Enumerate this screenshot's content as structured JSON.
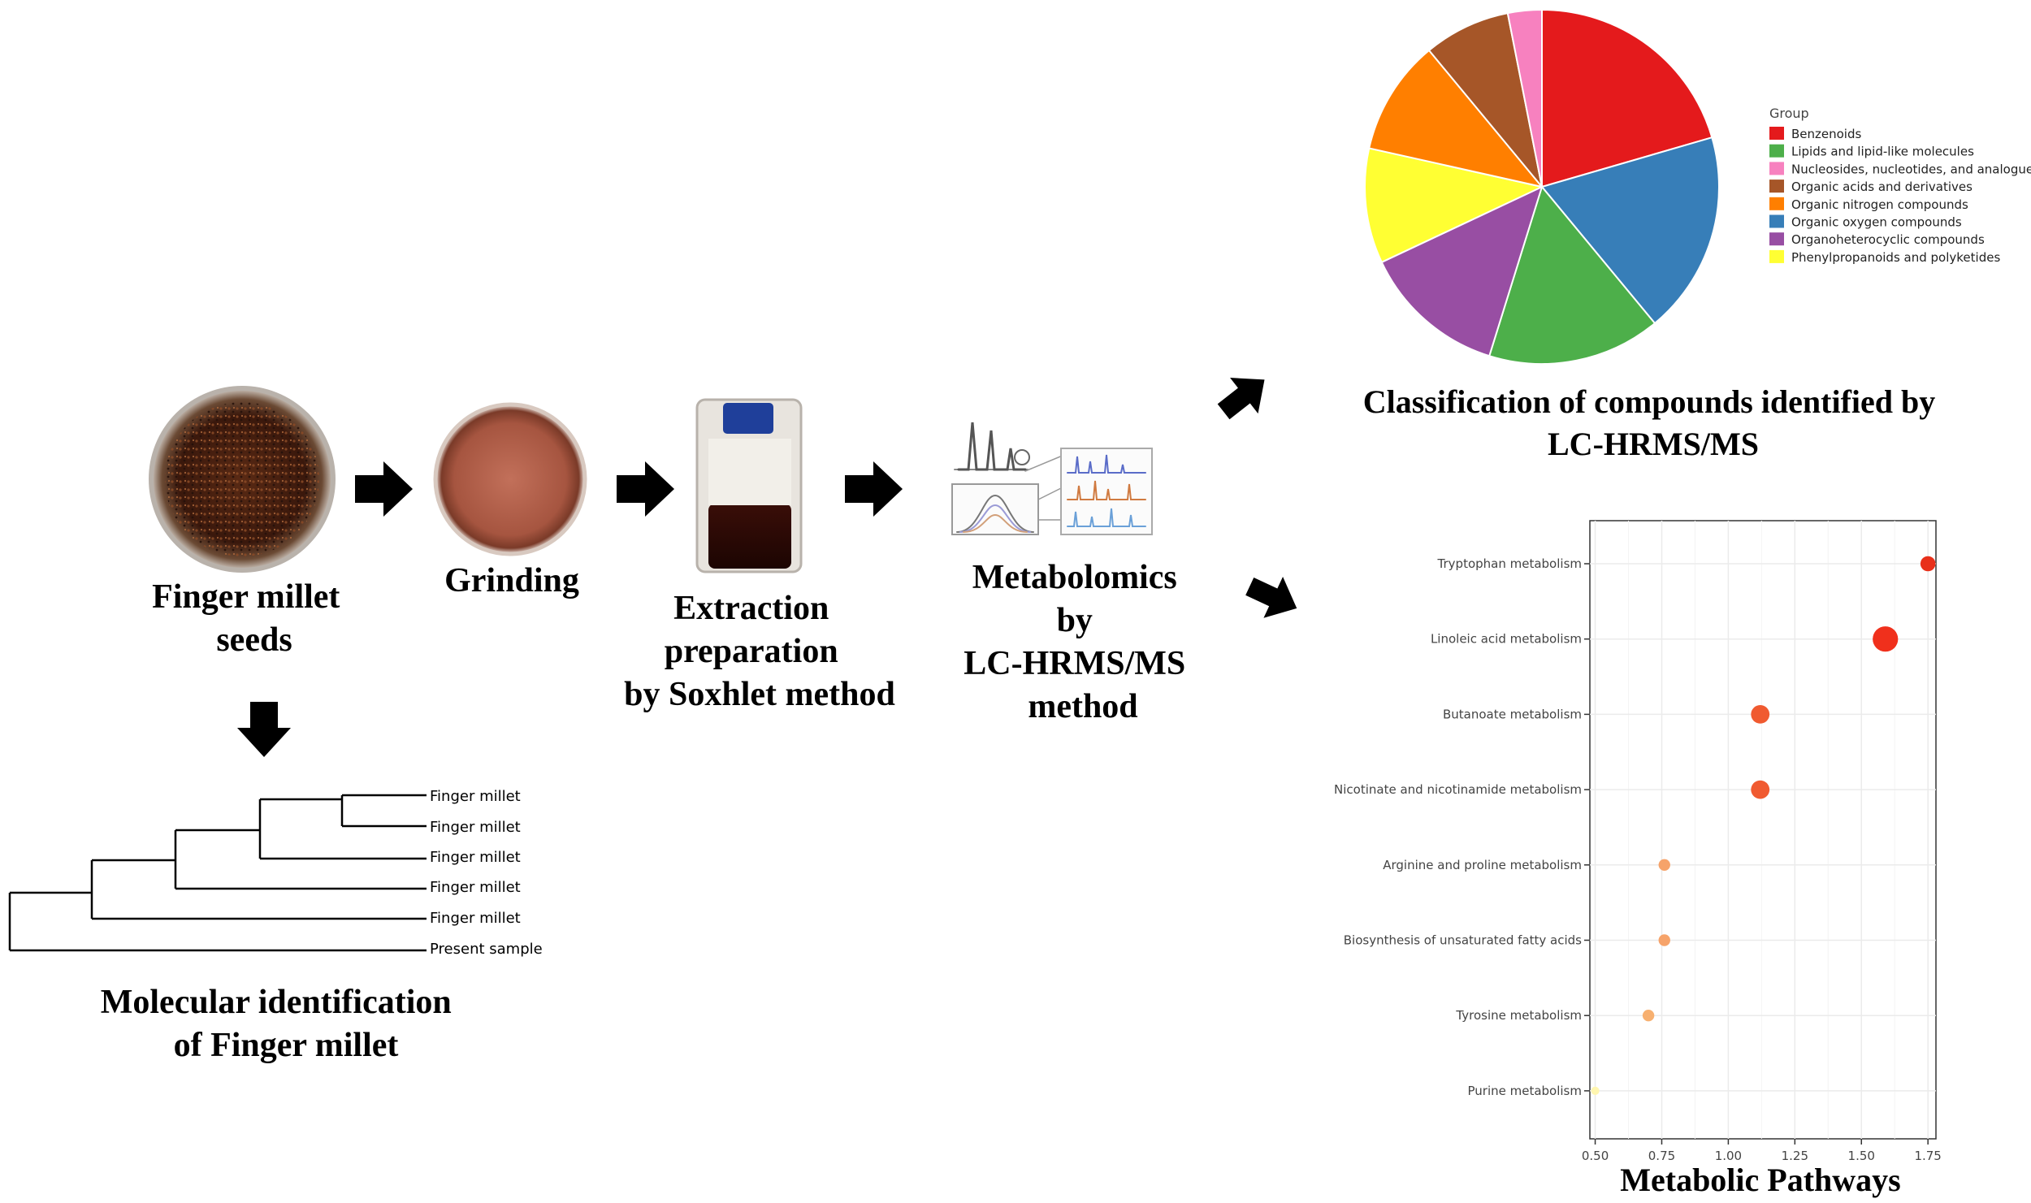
{
  "steps": {
    "seeds": [
      "Finger millet",
      "seeds"
    ],
    "grinding": [
      "Grinding"
    ],
    "extraction": [
      "Extraction",
      "preparation",
      "by Soxhlet method"
    ],
    "metabolomics": [
      "Metabolomics",
      "by",
      "LC-HRMS/MS",
      "method"
    ],
    "molecular": [
      "Molecular identification",
      "of Finger millet"
    ]
  },
  "tree": {
    "leaves": [
      "Finger millet",
      "Finger millet",
      "Finger millet",
      "Finger millet",
      "Finger millet",
      "Present sample"
    ]
  },
  "pie": {
    "caption": [
      "Classification of compounds identified by",
      "LC-HRMS/MS"
    ],
    "legend_title": "Group"
  },
  "dotplot": {
    "caption": "Metabolic Pathways"
  },
  "chart_data": [
    {
      "type": "pie",
      "title": "",
      "legend_title": "Group",
      "legend_position": "right",
      "slices": [
        {
          "label": "Benzenoids",
          "value": 20.5,
          "color": "#e41a1c"
        },
        {
          "label": "Organic oxygen compounds",
          "value": 18.5,
          "color": "#377eb8"
        },
        {
          "label": "Lipids and lipid-like molecules",
          "value": 15.8,
          "color": "#4daf4a"
        },
        {
          "label": "Organoheterocyclic compounds",
          "value": 13.2,
          "color": "#984ea3"
        },
        {
          "label": "Phenylpropanoids and polyketides",
          "value": 10.5,
          "color": "#ffff33"
        },
        {
          "label": "Organic nitrogen compounds",
          "value": 10.5,
          "color": "#ff7f00"
        },
        {
          "label": "Organic acids and derivatives",
          "value": 7.9,
          "color": "#a65628"
        },
        {
          "label": "Nucleosides, nucleotides, and analogue",
          "value": 3.1,
          "color": "#f781bf"
        }
      ],
      "legend_order": [
        "Benzenoids",
        "Lipids and lipid-like molecules",
        "Nucleosides, nucleotides, and analogue",
        "Organic acids and derivatives",
        "Organic nitrogen compounds",
        "Organic oxygen compounds",
        "Organoheterocyclic compounds",
        "Phenylpropanoids and polyketides"
      ]
    },
    {
      "type": "scatter",
      "title": "",
      "xlabel": "",
      "ylabel": "",
      "xlim": [
        0.48,
        1.78
      ],
      "xticks": [
        0.5,
        0.75,
        1.0,
        1.25,
        1.5,
        1.75
      ],
      "xtick_labels": [
        "0.50",
        "0.75",
        "1.00",
        "1.25",
        "1.50",
        "1.75"
      ],
      "grid": true,
      "points": [
        {
          "label": "Tryptophan metabolism",
          "x": 1.75,
          "size": 3,
          "color": "#e8301a"
        },
        {
          "label": "Linoleic acid metabolism",
          "x": 1.59,
          "size": 6,
          "color": "#f0301c"
        },
        {
          "label": "Butanoate metabolism",
          "x": 1.12,
          "size": 4,
          "color": "#f05a30"
        },
        {
          "label": "Nicotinate and nicotinamide metabolism",
          "x": 1.12,
          "size": 4,
          "color": "#f05a30"
        },
        {
          "label": "Arginine and proline metabolism",
          "x": 0.76,
          "size": 2,
          "color": "#f6a36a"
        },
        {
          "label": "Biosynthesis of unsaturated fatty acids",
          "x": 0.76,
          "size": 2,
          "color": "#f6a36a"
        },
        {
          "label": "Tyrosine metabolism",
          "x": 0.7,
          "size": 2,
          "color": "#f7b070"
        },
        {
          "label": "Purine metabolism",
          "x": 0.5,
          "size": 1,
          "color": "#fff6b0"
        }
      ]
    }
  ]
}
